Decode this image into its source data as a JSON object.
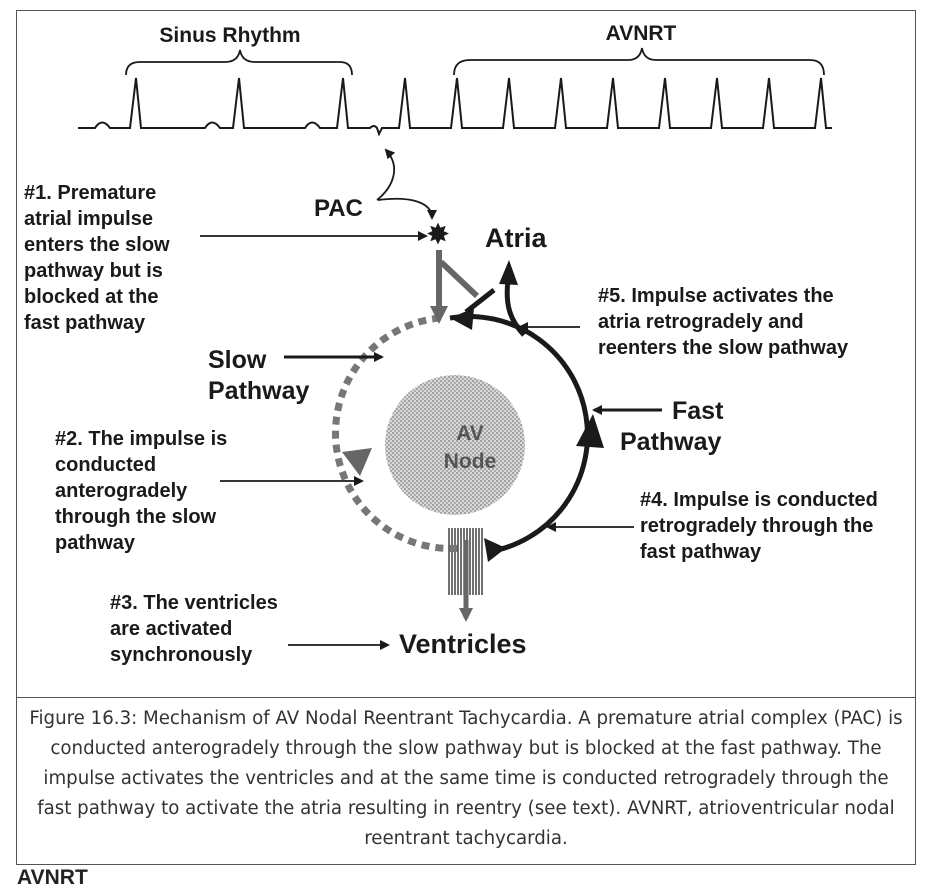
{
  "diagram": {
    "ecg": {
      "sinus_rhythm_label": "Sinus Rhythm",
      "avnrt_label": "AVNRT"
    },
    "pac_label": "PAC",
    "atria_label": "Atria",
    "ventricles_label": "Ventricles",
    "node_label_line1": "AV",
    "node_label_line2": "Node",
    "slow_pathway_label": [
      "Slow",
      "Pathway"
    ],
    "fast_pathway_label": [
      "Fast",
      "Pathway"
    ],
    "step1": [
      "#1. Premature",
      "atrial impulse",
      "enters the slow",
      "pathway but is",
      "blocked at the",
      "fast pathway"
    ],
    "step2": [
      "#2. The impulse is",
      "conducted",
      "anterogradely",
      "through the slow",
      "pathway"
    ],
    "step3": [
      "#3. The ventricles",
      "are activated",
      "synchronously"
    ],
    "step4": [
      "#4. Impulse is conducted",
      "retrogradely through the",
      "fast pathway"
    ],
    "step5": [
      "#5. Impulse activates the",
      "atria retrogradely and",
      "reenters the slow pathway"
    ]
  },
  "caption": "Figure 16.3: Mechanism of AV Nodal Reentrant Tachycardia. A premature atrial complex (PAC) is conducted anterogradely through the slow pathway but is blocked at the fast pathway. The impulse activates the ventricles and at the same time is conducted retrogradely through the fast pathway to activate the atria resulting in reentry (see text). AVNRT, atrioventricular nodal reentrant tachycardia.",
  "section_heading": "AVNRT"
}
